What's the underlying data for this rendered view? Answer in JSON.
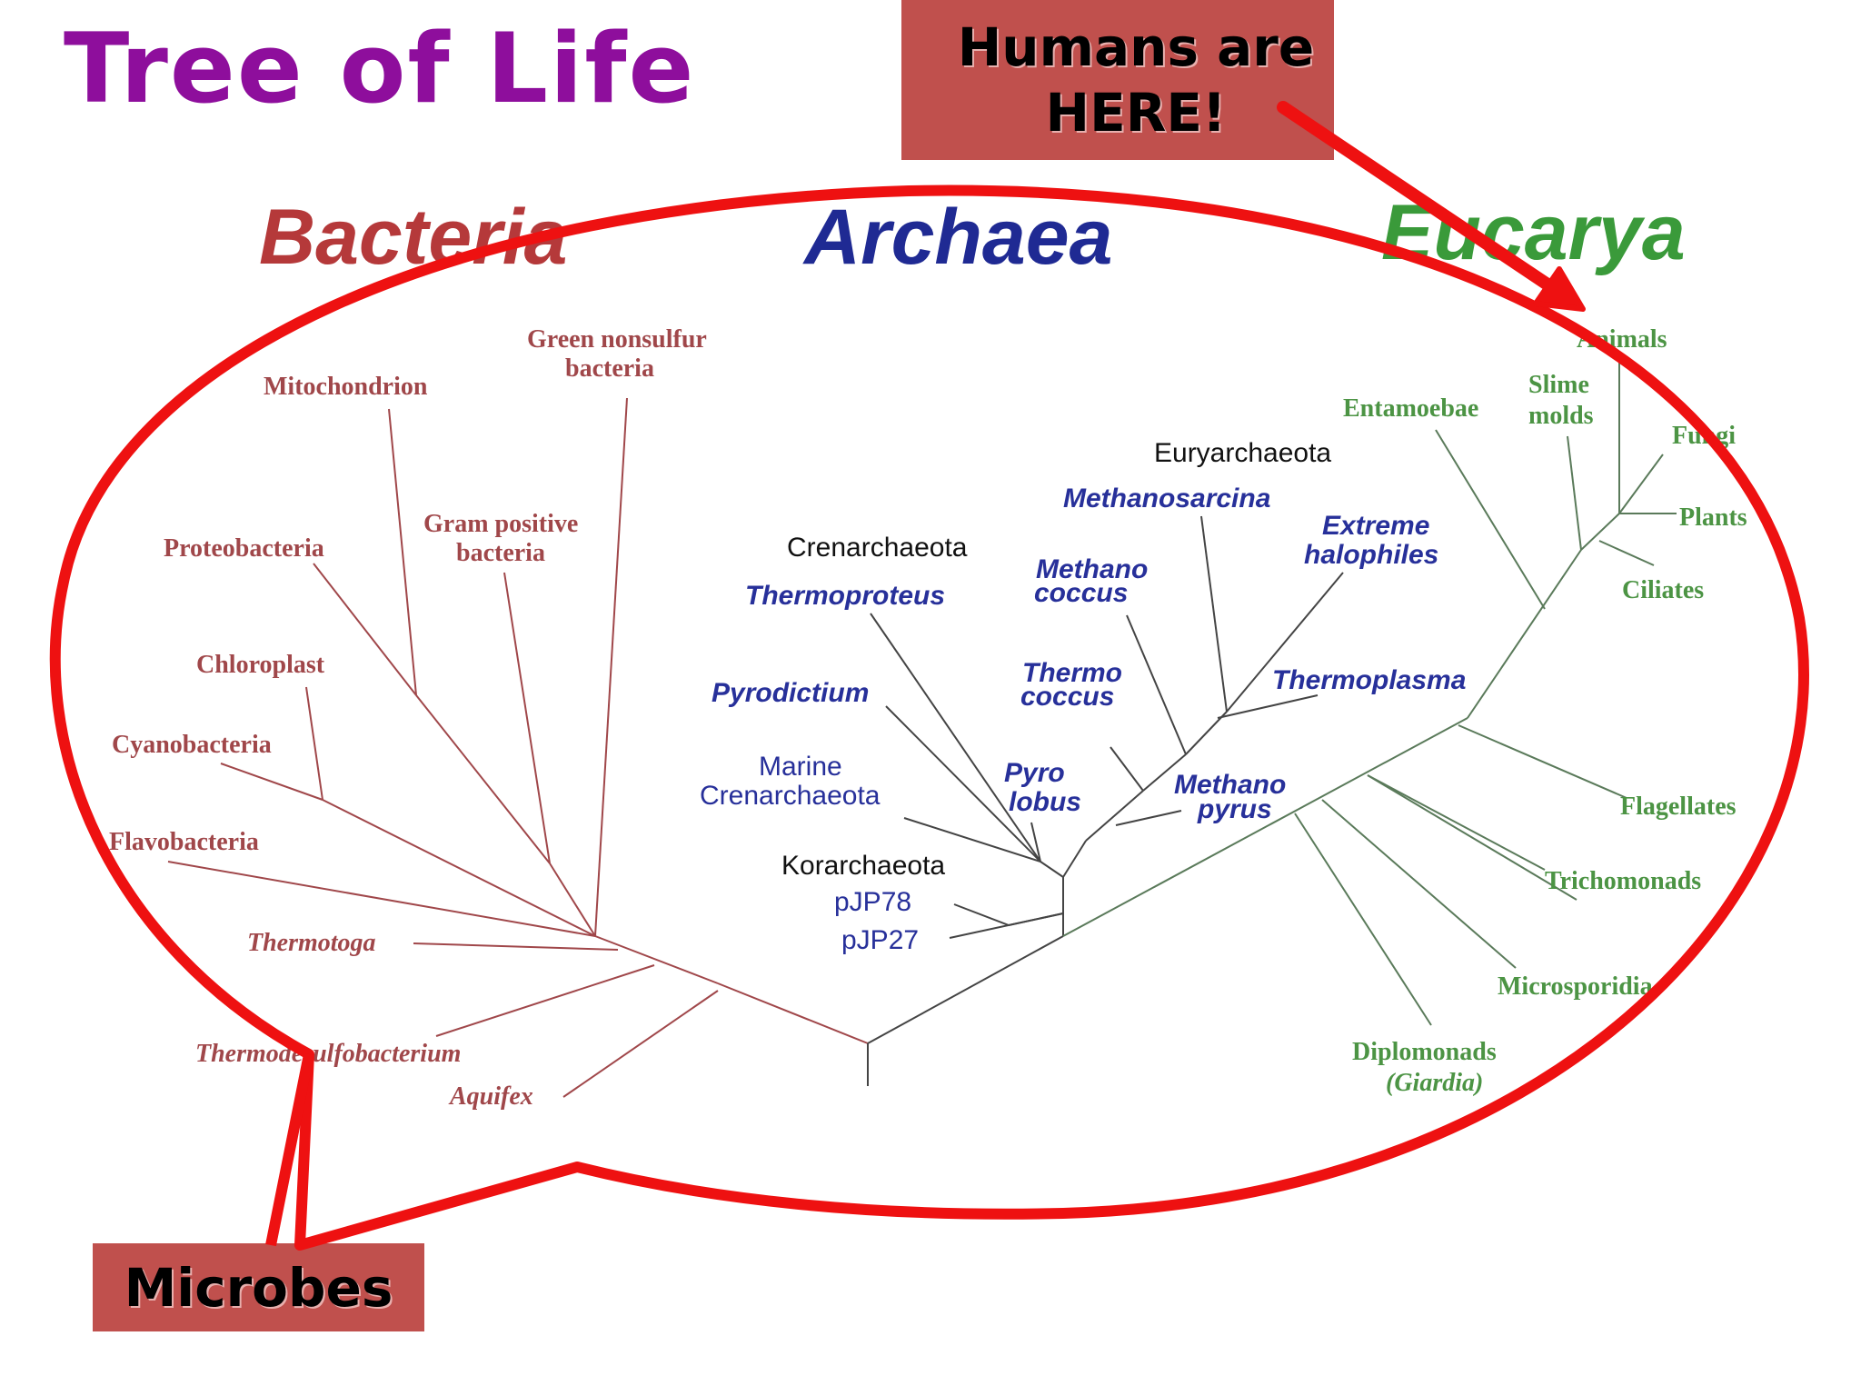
{
  "title": "Tree of Life",
  "callouts": {
    "humans_line1": "Humans are",
    "humans_line2": "HERE!",
    "microbes": "Microbes"
  },
  "domains": {
    "bacteria": "Bacteria",
    "archaea": "Archaea",
    "eucarya": "Eucarya"
  },
  "colors": {
    "title": "#8e0e9c",
    "bacteria": "#b5393a",
    "bacteria_labels": "#a0474a",
    "archaea": "#1f2a93",
    "archaea_labels": "#27309a",
    "eucarya": "#3a9a3a",
    "eucarya_labels": "#4c9444",
    "callout_fill": "#c0504d",
    "ellipse_stroke": "#ee1111",
    "branch": "#555555"
  },
  "bacteria_labels": {
    "green_nonsulfur_1": "Green nonsulfur",
    "green_nonsulfur_2": "bacteria",
    "mitochondrion": "Mitochondrion",
    "gram_positive_1": "Gram   positive",
    "gram_positive_2": "bacteria",
    "proteobacteria": "Proteobacteria",
    "chloroplast": "Chloroplast",
    "cyanobacteria": "Cyanobacteria",
    "flavobacteria": "Flavobacteria",
    "thermotoga": "Thermotoga",
    "thermodesulfobacterium": "Thermodesulfobacterium",
    "aquifex": "Aquifex"
  },
  "archaea_labels": {
    "euryarchaeota": "Euryarchaeota",
    "methanosarcina": "Methanosarcina",
    "extreme_1": "Extreme",
    "extreme_2": "halophiles",
    "crenarchaeota": "Crenarchaeota",
    "thermoproteus": "Thermoproteus",
    "methanococcus_1": "Methano",
    "methanococcus_2": "coccus",
    "thermococcus_1": "Thermo",
    "thermococcus_2": "coccus",
    "thermoplasma": "Thermoplasma",
    "pyrodictium": "Pyrodictium",
    "marine_1": "Marine",
    "marine_2": "Crenarchaeota",
    "pyrolobus_1": "Pyro",
    "pyrolobus_2": "lobus",
    "methanopyrus_1": "Methano",
    "methanopyrus_2": "pyrus",
    "korarchaeota": "Korarchaeota",
    "pjp78": "pJP78",
    "pjp27": "pJP27"
  },
  "eucarya_labels": {
    "animals": "Animals",
    "slime_1": "Slime",
    "slime_2": "molds",
    "entamoebae": "Entamoebae",
    "fungi": "Fungi",
    "plants": "Plants",
    "ciliates": "Ciliates",
    "flagellates": "Flagellates",
    "trichomonads": "Trichomonads",
    "microsporidia": "Microsporidia",
    "diplomonads_1": "Diplomonads",
    "diplomonads_2": "(Giardia)"
  }
}
